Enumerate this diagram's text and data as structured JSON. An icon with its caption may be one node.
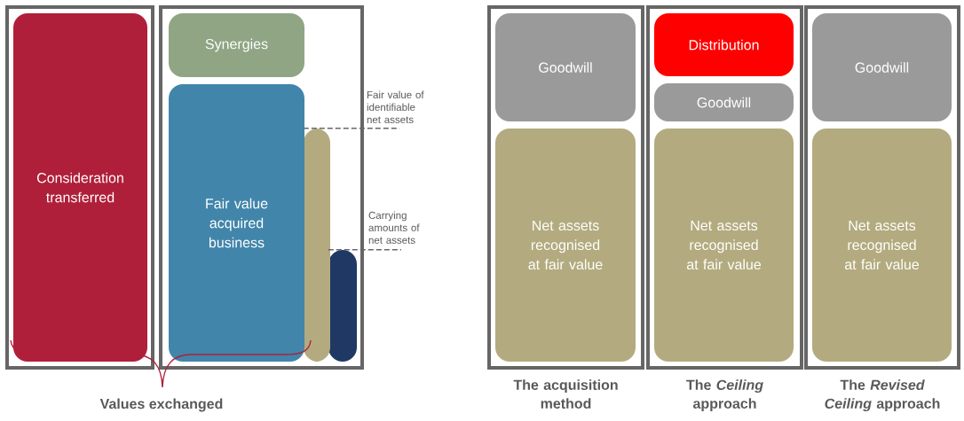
{
  "diagram": {
    "nodes": [
      {
        "text": [],
        "shape": "box"
      },
      {
        "text": [
          "Consideration transferred"
        ],
        "in": 0
      },
      {
        "text": [],
        "shape": "box"
      },
      {
        "text": [
          "Synergies"
        ],
        "in": 2
      },
      {
        "text": [
          "Fair value acquired business"
        ],
        "in": 2
      },
      {
        "text": [],
        "shape": "bar",
        "in": 2
      },
      {
        "text": [],
        "shape": "bar",
        "in": 2
      },
      {
        "text": [
          "Fair value of identifiable net assets"
        ]
      },
      {
        "text": [
          "Carrying amounts of net assets"
        ]
      },
      {
        "text": [
          "The acquisition method"
        ]
      },
      {
        "text": [
          "Goodwill"
        ],
        "in": 9
      },
      {
        "text": [
          "Net assets recognised at fair value"
        ],
        "in": 9
      },
      {
        "text": [
          "The *Ceiling* approach"
        ]
      },
      {
        "text": [
          "Distribution"
        ],
        "in": 12
      },
      {
        "text": [
          "Goodwill"
        ],
        "in": 12
      },
      {
        "text": [
          "Net assets recognised at fair value"
        ],
        "in": 12
      },
      {
        "text": [
          "The *Revised Ceiling* approach"
        ]
      },
      {
        "text": [
          "Goodwill"
        ],
        "in": 16
      },
      {
        "text": [
          "Net assets recognised at fair value"
        ],
        "in": 16
      }
    ],
    "edges": [
      {
        "from": 7,
        "to": 5,
        "arrow": "none",
        "style": "dashed"
      },
      {
        "from": 8,
        "to": 6,
        "arrow": "none",
        "style": "dashed"
      }
    ],
    "labels": [
      "Values exchanged"
    ]
  }
}
